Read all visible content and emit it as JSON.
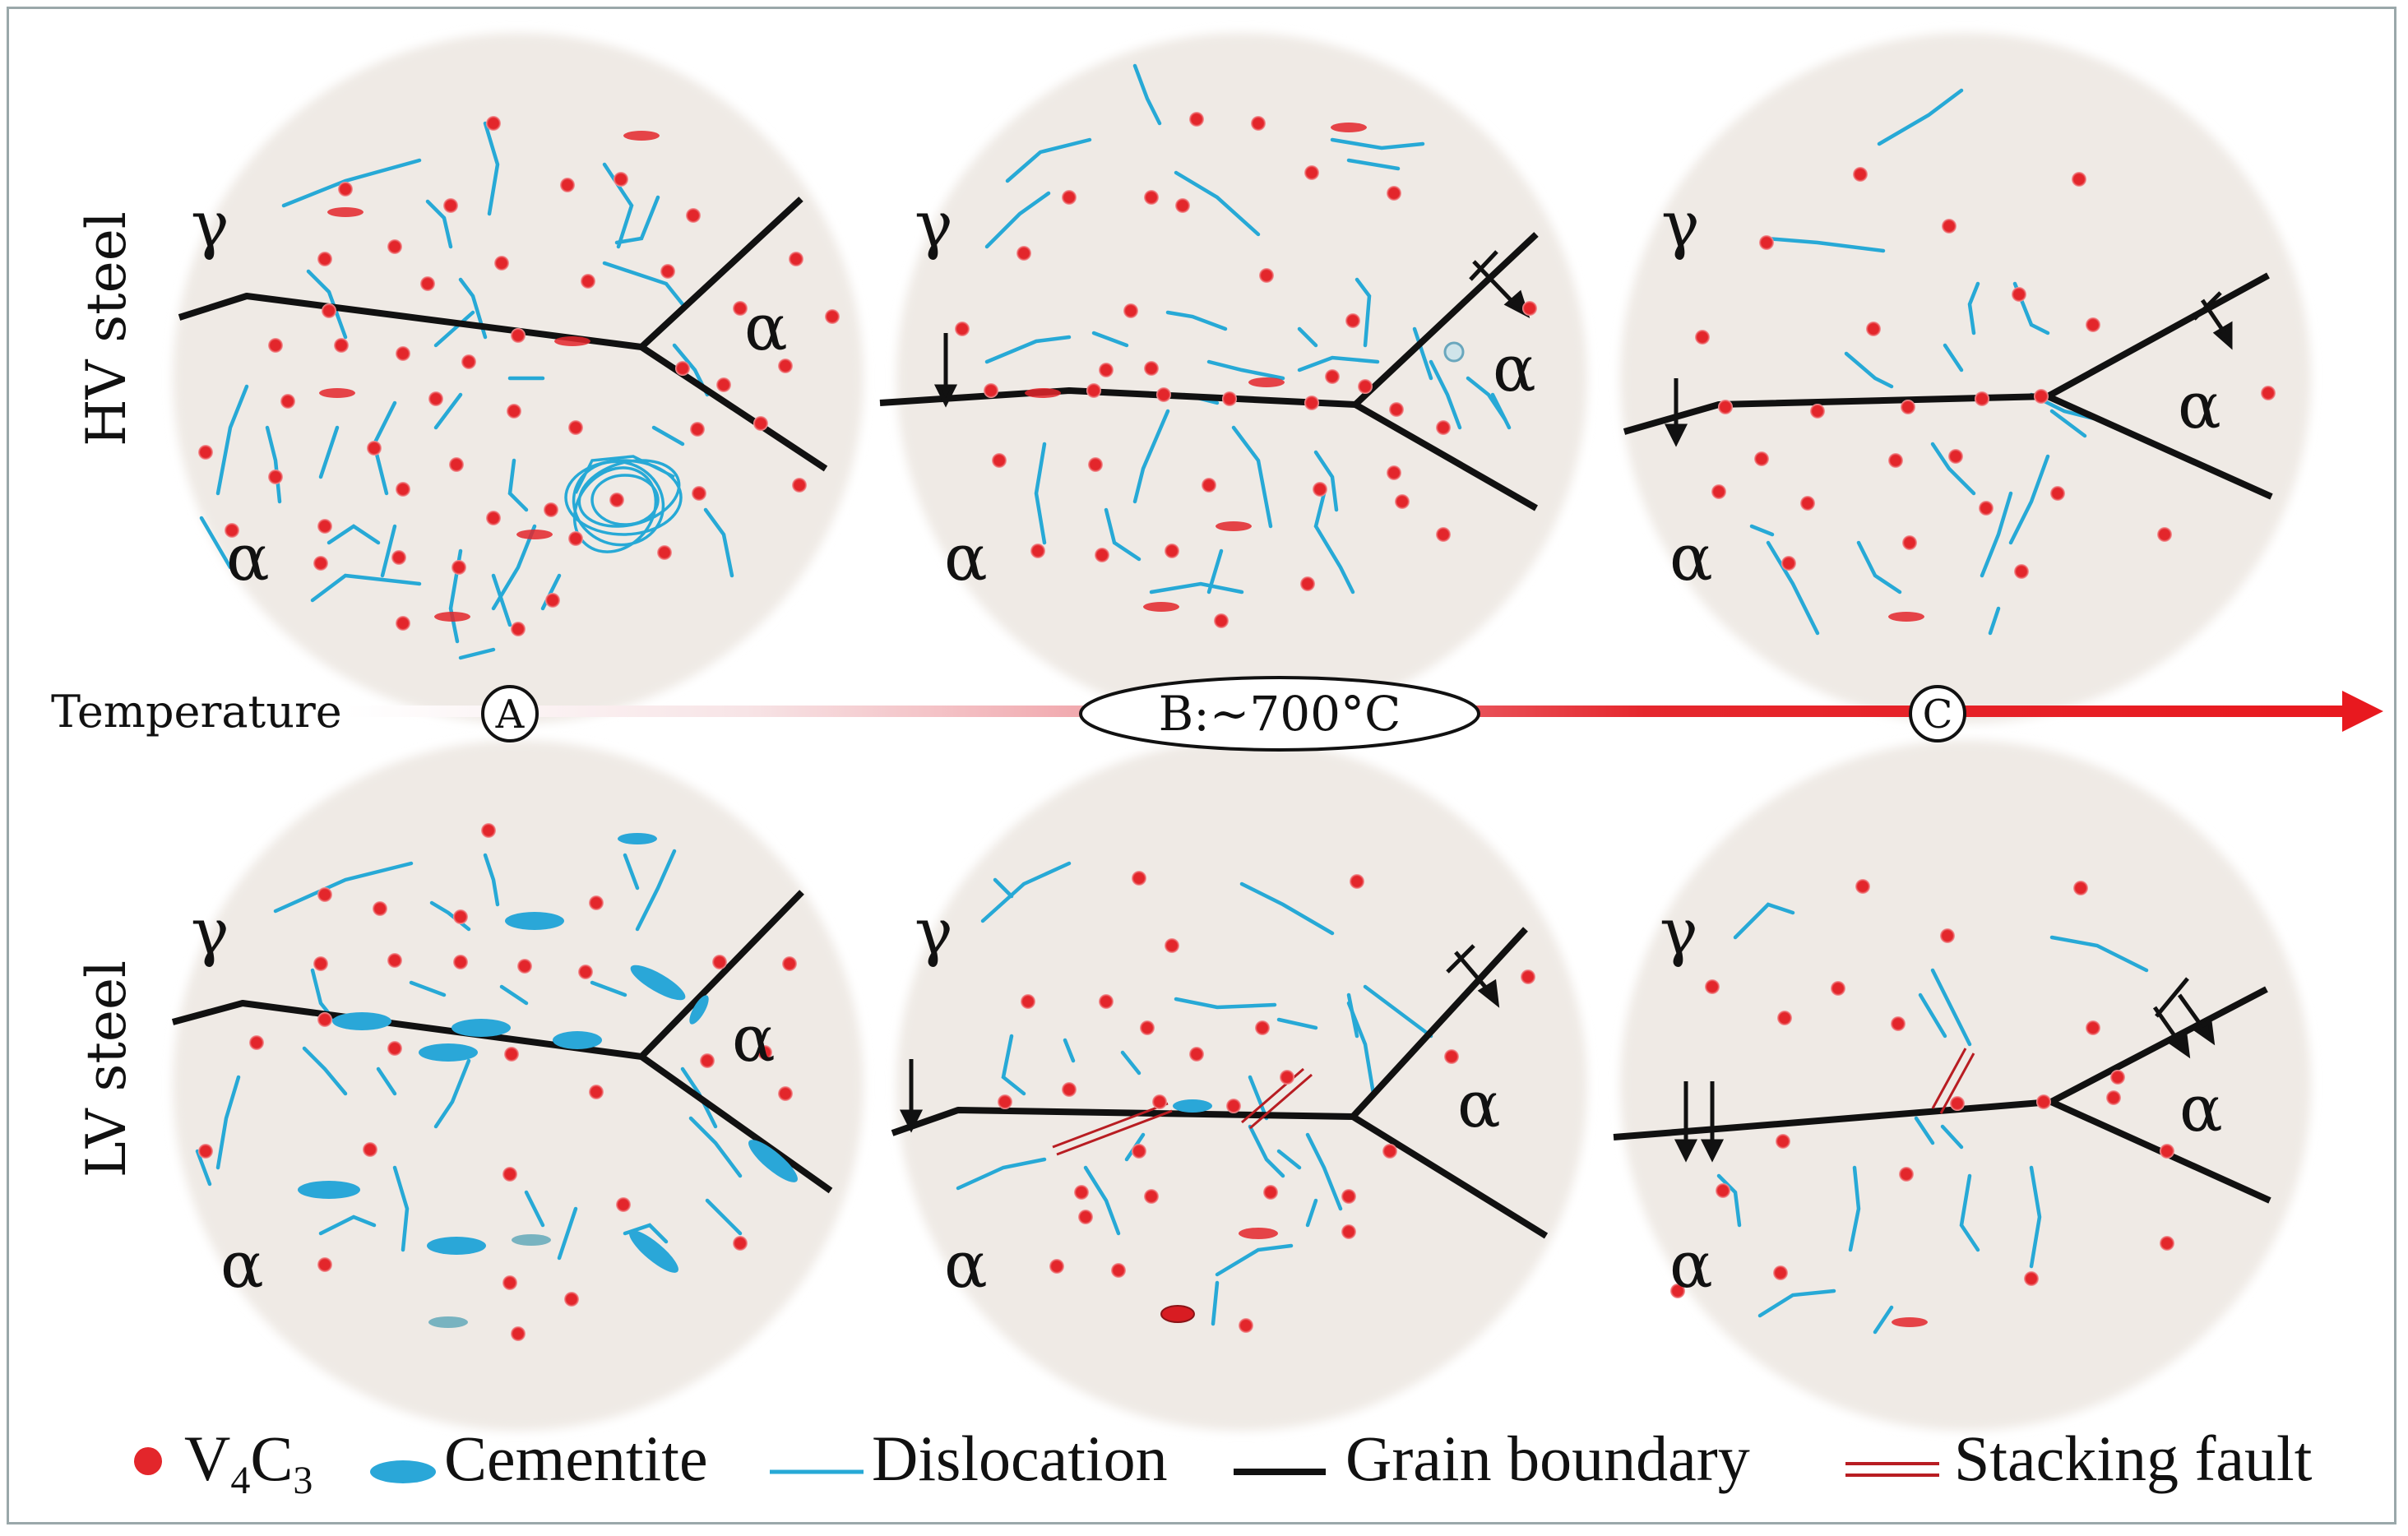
{
  "rows": {
    "top_label": "HV steel",
    "bottom_label": "LV steel"
  },
  "temperature_axis": {
    "label": "Temperature",
    "marker_a": "A",
    "marker_b": "B:~700°C",
    "marker_c": "C",
    "arrow_color": "#e8191f"
  },
  "phases": {
    "gamma": "γ",
    "alpha": "α"
  },
  "legend": {
    "v4c3_main": "V",
    "v4c3_sub1": "4",
    "v4c3_mid": "C",
    "v4c3_sub2": "3",
    "cementite": "Cementite",
    "dislocation": "Dislocation",
    "grain_boundary": "Grain boundary",
    "stacking_fault": "Stacking fault"
  },
  "colors": {
    "precipitate": "#e3262b",
    "cementite": "#2aa7d8",
    "dislocation": "#27a9d6",
    "grain_boundary": "#111111",
    "stacking_fault": "#b81d22",
    "grain_circle": "#efeae5"
  }
}
